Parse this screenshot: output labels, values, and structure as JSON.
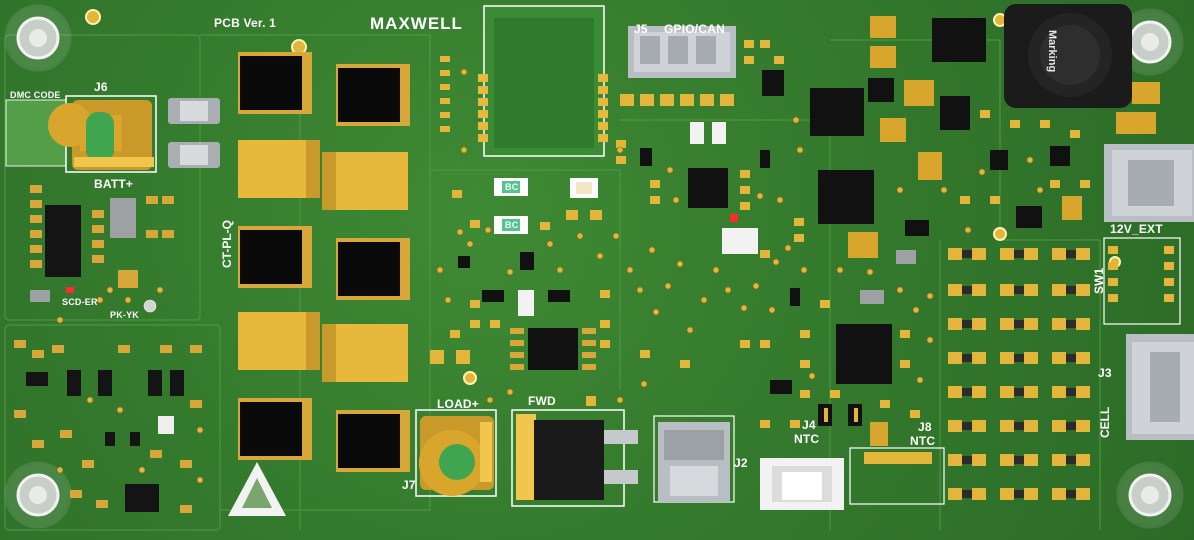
{
  "board": {
    "labels": {
      "pcb_version": "PCB Ver. 1",
      "brand": "MAXWELL",
      "dmc_code": "DMC CODE",
      "j6": "J6",
      "batt": "BATT+",
      "scd_er": "SCD-ER",
      "pk_yk": "PK-YK",
      "ct_pl_q": "CT-PL-Q",
      "load": "LOAD+",
      "fwd": "FWD",
      "j7": "J7",
      "j5": "J5",
      "gpio_can": "GPIO/CAN",
      "j4": "J4",
      "j4_ntc": "NTC",
      "j8": "J8",
      "j8_ntc": "NTC",
      "j2": "J2",
      "j3": "J3",
      "cell": "CELL",
      "sw1": "SW1",
      "ext": "12V_EXT",
      "led_1": "BC",
      "led_2": "BC",
      "inductor_marking": "Marking"
    },
    "colors": {
      "board": "#347a2d",
      "copper": "#e3b53a",
      "silkscreen": "#ffffff",
      "chip": "#141414",
      "connector": "#b9bec4"
    }
  }
}
